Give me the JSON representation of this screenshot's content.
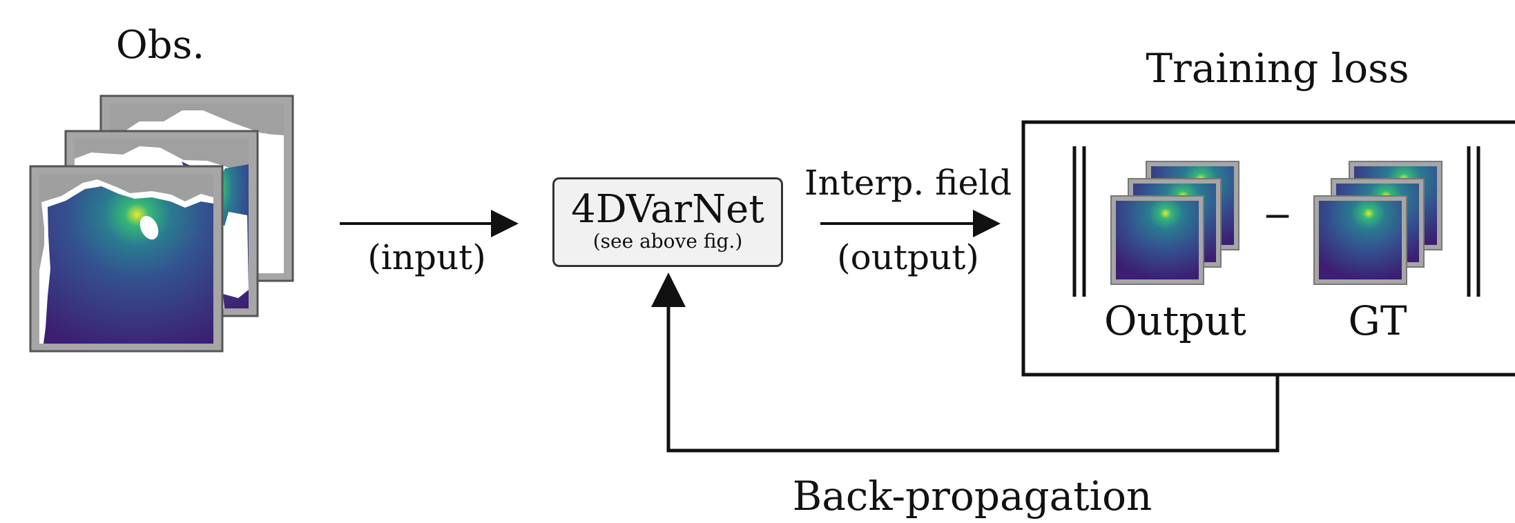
{
  "observations": {
    "title": "Obs."
  },
  "input": {
    "label": "(input)"
  },
  "network": {
    "name": "4DVarNet",
    "note": "(see above fig.)"
  },
  "output": {
    "top_label": "Interp. field",
    "bottom_label": "(output)"
  },
  "training_loss": {
    "title": "Training loss",
    "operator": "−",
    "left_term": "Output",
    "right_term": "GT"
  },
  "backpropagation": {
    "label": "Back-propagation"
  },
  "colors": {
    "frame_gray": "#a6a6a6",
    "land_gray": "#a0a0a0",
    "field_dark_blue": "#3c1f72",
    "field_teal": "#2a7b91",
    "field_green": "#35b778",
    "field_yellow": "#e8ea2c",
    "box_fill": "#f1f1f1"
  }
}
